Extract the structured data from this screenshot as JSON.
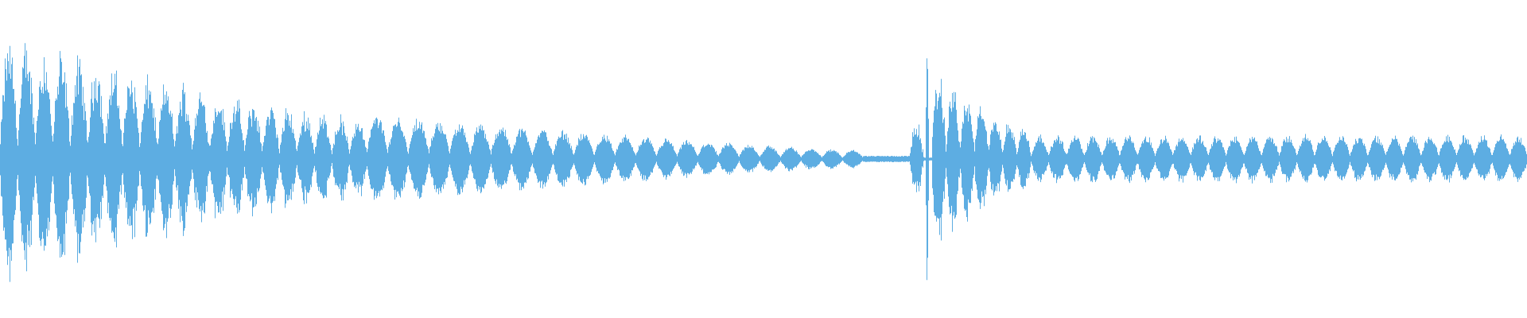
{
  "waveform": {
    "color": "#5DADE2",
    "background": "#FFFFFF",
    "segments": [
      {
        "kind": "decay",
        "start": 0.0,
        "end": 0.24,
        "peak": 0.85,
        "beats": 21,
        "tail": 0.28,
        "noise": 0.35
      },
      {
        "kind": "decay",
        "start": 0.24,
        "end": 0.565,
        "peak": 0.3,
        "beats": 24,
        "tail": 0.06,
        "noise": 0.15
      },
      {
        "kind": "flat",
        "start": 0.565,
        "end": 0.595,
        "level": 0.02
      },
      {
        "kind": "burst",
        "start": 0.595,
        "end": 0.605,
        "peak": 0.25
      },
      {
        "kind": "spike",
        "at": 0.607,
        "peak": 1.0
      },
      {
        "kind": "decay",
        "start": 0.61,
        "end": 0.675,
        "peak": 0.62,
        "beats": 7,
        "tail": 0.22,
        "noise": 0.35
      },
      {
        "kind": "steady",
        "start": 0.675,
        "end": 1.0,
        "peak": 0.16,
        "beats": 28,
        "noise": 0.2
      }
    ]
  }
}
